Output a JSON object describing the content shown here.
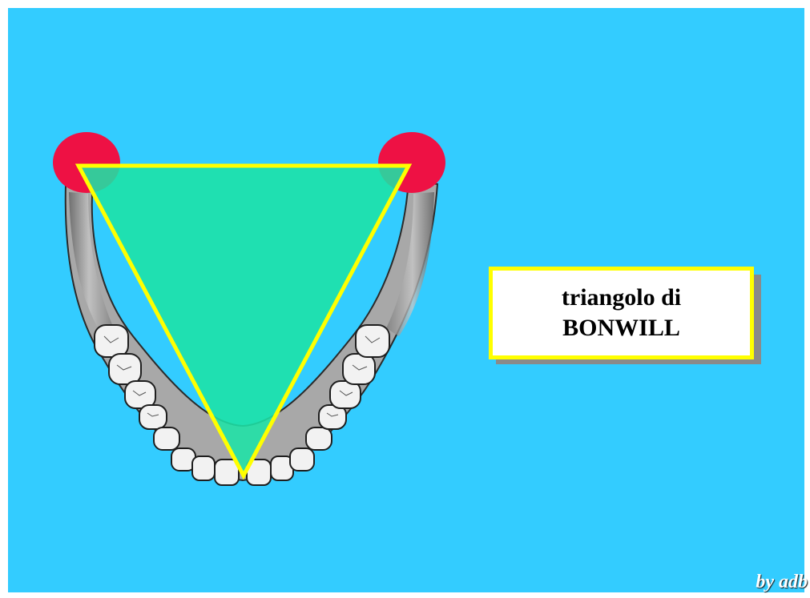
{
  "title": {
    "line1": "triangolo di",
    "line2": "BONWILL"
  },
  "credit": "by adb",
  "colors": {
    "background": "#33ccff",
    "triangle_fill": "#1de3a6",
    "triangle_stroke": "#ffff00",
    "condyle": "#ee1144",
    "bone": "#a9a9a9",
    "tooth": "#f2f2f2",
    "title_border": "#ffff00"
  },
  "icons": {
    "mandible": "lower-jaw-illustration",
    "condyles": "red-circle-markers"
  }
}
